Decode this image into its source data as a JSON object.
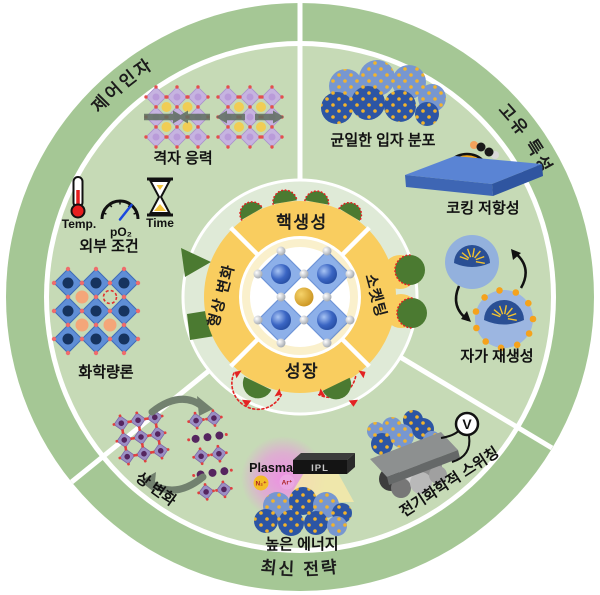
{
  "figure": {
    "outer_ring": {
      "top_left": "제어인자",
      "top_right": "고유 특성",
      "bottom": "최신 전략"
    },
    "center_wheel": {
      "top": "핵생성",
      "right": "소켓팅",
      "bottom": "성장",
      "left": "형상 변화"
    },
    "control_factors": {
      "lattice_strain": "격자 응력",
      "external_conditions": {
        "title": "외부 조건",
        "temp": "Temp.",
        "po2": "pO₂",
        "time": "Time"
      },
      "stoichiometry": "화학량론"
    },
    "intrinsic_properties": {
      "uniform_particle_distribution": "균일한 입자 분포",
      "coking_resistance": "코킹 저항성",
      "self_regeneration": "자가 재생성"
    },
    "latest_strategies": {
      "phase_change": "상 변화",
      "high_energy": {
        "title": "높은 에너지",
        "plasma": "Plasma",
        "n2": "N₂⁺",
        "ar": "Ar⁺",
        "ipl": "IPL"
      },
      "electrochemical_switching": {
        "title": "전기화학적 스위칭",
        "voltmeter": "V"
      }
    },
    "colors": {
      "outer_ring_green": "#a5c795",
      "sector_green": "#c6dab6",
      "pale_center_green": "#dfead7",
      "wheel_yellow": "#f9cd5f",
      "cream": "#faf0cc",
      "dark_green": "#4b7a31",
      "accent_red": "#e32222",
      "particle_blue_dark": "#2c55a4",
      "particle_blue_light": "#7797d0",
      "dot_yellow": "#f2b32c",
      "lattice_purple": "#c6b3e0",
      "phase_purple": "#9b8fc4",
      "slab_blue": "#5a84d4",
      "gold": "#d4a017"
    }
  }
}
